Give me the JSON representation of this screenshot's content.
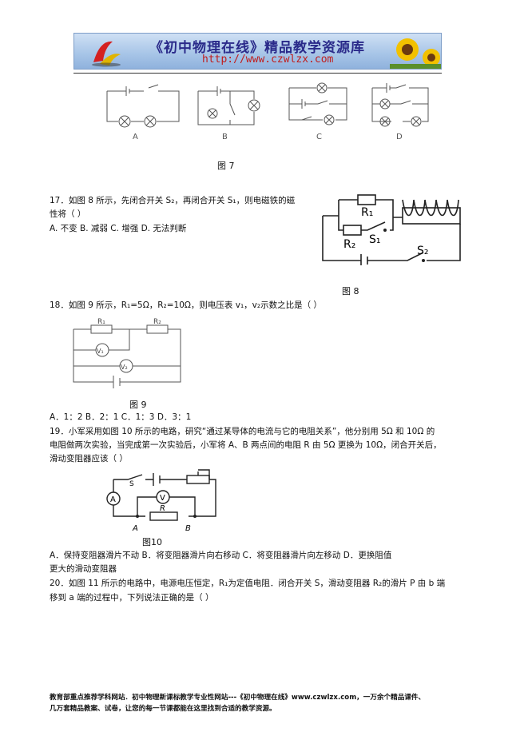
{
  "header": {
    "title": "《初中物理在线》精品教学资源库",
    "url": "http://www.czwlzx.com"
  },
  "fig7": {
    "labels": [
      "A",
      "B",
      "C",
      "D"
    ],
    "caption": "图 7"
  },
  "q17": {
    "line1": "17．如图 8 所示，先闭合开关 S₂，再闭合开关 S₁，则电磁铁的磁",
    "line2": "性将（    ）",
    "options": "A.   不变     B.  减弱     C.  增强     D.  无法判断",
    "caption": "图 8",
    "labels": {
      "r1": "R₁",
      "r2": "R₂",
      "s1": "S₁",
      "s2": "S₂"
    }
  },
  "q18": {
    "line1": "18．如图 9 所示，R₁=5Ω，R₂=10Ω，则电压表 v₁，v₂示数之比是（      ）",
    "caption": "图 9",
    "options": "A．1：2    B．2：1   C．1：3      D．3：1",
    "labels": {
      "r1": "R₁",
      "r2": "R₂",
      "v1": "V₁",
      "v2": "V₂"
    }
  },
  "q19": {
    "line1": "19．小军采用如图 10 所示的电路，研究“通过某导体的电流与它的电阻关系”，他分别用 5Ω 和 10Ω 的",
    "line2": "电阻做两次实验，当完成第一次实验后，小军将 A、B 两点间的电阻 R 由 5Ω 更换为 10Ω，闭合开关后，",
    "line3": "滑动变阻器应该（      ）",
    "caption": "图10",
    "options1": "A．保持变阻器滑片不动     B．将变阻器滑片向右移动      C．将变阻器滑片向左移动      D．更换阻值",
    "options2": "更大的滑动变阻器",
    "labels": {
      "s": "S",
      "a": "A",
      "v": "V",
      "r": "R",
      "pa": "A",
      "pb": "B"
    }
  },
  "q20": {
    "line1": "20．如图 11 所示的电路中，电源电压恒定，R₁为定值电阻．闭合开关 S，滑动变阻器 R₂的滑片 P 由 b 端",
    "line2": "移到 a 端的过程中，下列说法正确的是（      ）"
  },
  "footer": {
    "line1": "教育部重点推荐学科网站．初中物理新课标教学专业性网站---《初中物理在线》www.czwlzx.com，一万余个精品课件、",
    "line2": "几万套精品教案、试卷，让您的每一节课都能在这里找到合适的教学资源。"
  }
}
